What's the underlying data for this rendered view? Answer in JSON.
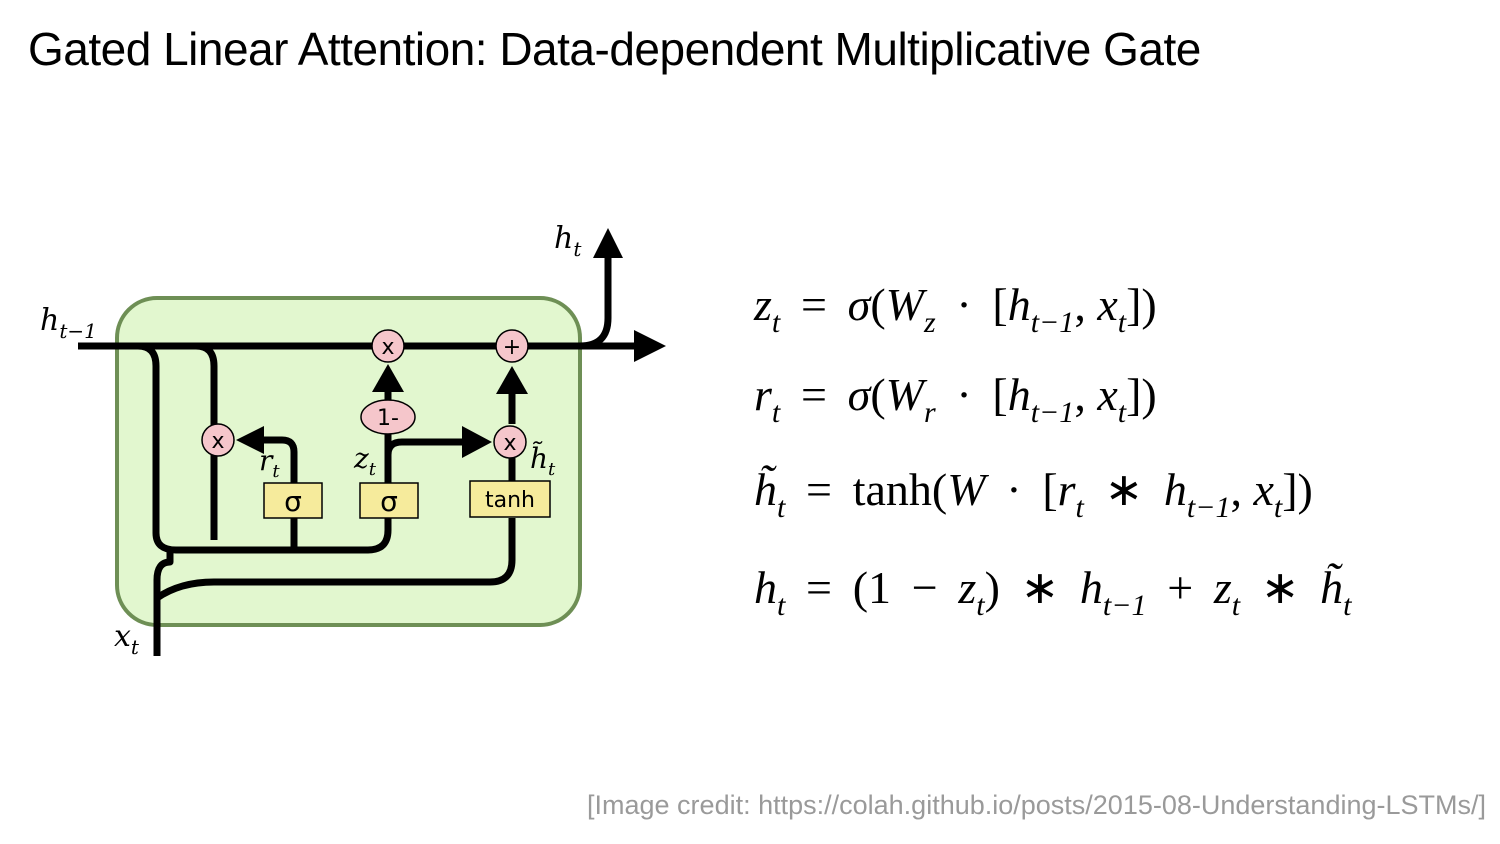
{
  "slide": {
    "title": "Gated Linear Attention: Data-dependent Multiplicative Gate",
    "credit": "[Image credit: https://colah.github.io/posts/2015-08-Understanding-LSTMs/]"
  },
  "diagram": {
    "labels": {
      "h_prev": "h",
      "h_prev_sub": "t−1",
      "h_out": "h",
      "h_out_sub": "t",
      "x_in": "x",
      "x_in_sub": "t",
      "r_gate": "r",
      "r_gate_sub": "t",
      "z_gate": "z",
      "z_gate_sub": "t",
      "h_tilde": "h̃",
      "h_tilde_sub": "t"
    },
    "nodes": {
      "mult_symbol": "x",
      "plus_symbol": "+",
      "one_minus": "1-",
      "sigma_r": "σ",
      "sigma_z": "σ",
      "tanh": "tanh"
    },
    "colors": {
      "cell_fill": "#e2f7cf",
      "cell_stroke": "#6e8f55",
      "op_fill": "#f5c6cb",
      "layer_fill": "#f6eb9c"
    }
  },
  "equations": {
    "z": "z_t = σ(W_z · [h_{t−1}, x_t])",
    "r": "r_t = σ(W_r · [h_{t−1}, x_t])",
    "h_tilde": "h̃_t = tanh(W · [r_t ∗ h_{t−1}, x_t])",
    "h": "h_t = (1 − z_t) ∗ h_{t−1} + z_t ∗ h̃_t"
  }
}
